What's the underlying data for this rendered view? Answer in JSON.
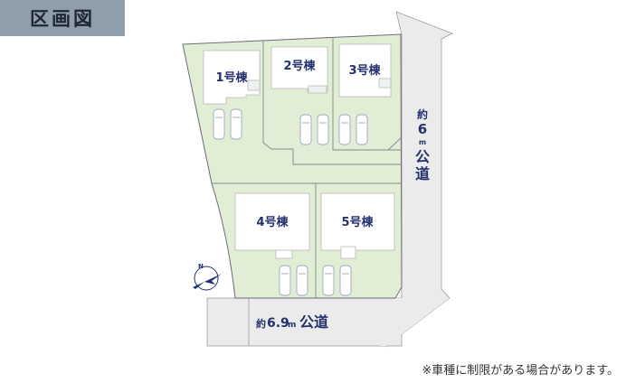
{
  "title": "区画図",
  "lots": [
    {
      "label": "1号棟"
    },
    {
      "label": "2号棟"
    },
    {
      "label": "3号棟"
    },
    {
      "label": "4号棟"
    },
    {
      "label": "5号棟"
    }
  ],
  "roads": {
    "east": {
      "approx": "約",
      "width": "6",
      "unit": "m",
      "name_1": "公",
      "name_2": "道"
    },
    "south": {
      "approx": "約",
      "width": "6.9",
      "unit": "m",
      "name": "公道"
    }
  },
  "compass": {
    "north_label": "N"
  },
  "note": "※車種に制限がある場合があります。",
  "colors": {
    "lot": "#e2edd6",
    "road": "#ebebeb",
    "text": "#24316e",
    "title_bg": "#8e9eab"
  }
}
